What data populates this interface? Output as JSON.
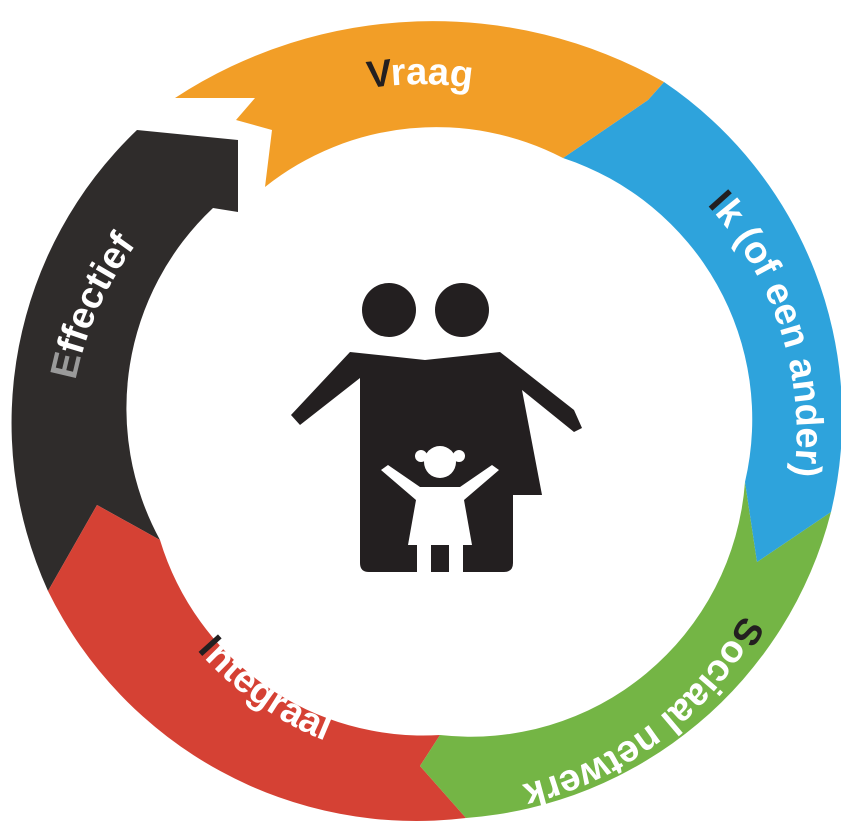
{
  "segments": [
    {
      "key": "vraag",
      "initial": "V",
      "rest": "raag",
      "color": "#f29e27",
      "initial_color": "#231f20"
    },
    {
      "key": "ik",
      "initial": "I",
      "rest": "k (of een ander)",
      "color": "#2ea3dc",
      "initial_color": "#231f20"
    },
    {
      "key": "sociaal",
      "initial": "S",
      "rest": "ociaal netwerk",
      "color": "#74b545",
      "initial_color": "#231f20"
    },
    {
      "key": "integraal",
      "initial": "I",
      "rest": "ntegraal",
      "color": "#d54134",
      "initial_color": "#231f20"
    },
    {
      "key": "effectief",
      "initial": "E",
      "rest": "ffectief",
      "color": "#2f2c2b",
      "initial_color": "#9a9a9a"
    }
  ],
  "center_icon": {
    "name": "family-icon",
    "color": "#231f20"
  }
}
